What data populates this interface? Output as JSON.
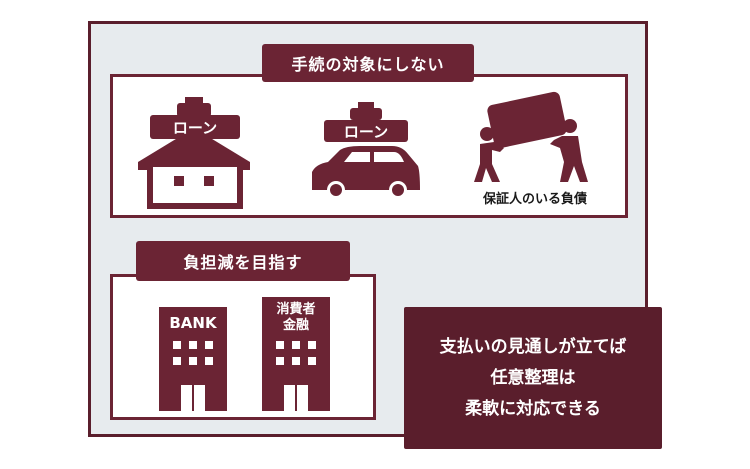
{
  "top_section": {
    "title": "手続の対象にしない",
    "items": [
      {
        "tag": "ローン",
        "icon": "house-icon"
      },
      {
        "tag": "ローン",
        "icon": "car-icon"
      },
      {
        "caption": "保証人のいる負債",
        "icon": "people-carrying-box-icon"
      }
    ]
  },
  "bottom_section": {
    "title": "負担減を目指す",
    "buildings": [
      {
        "sign": "BANK",
        "icon": "bank-building-icon"
      },
      {
        "sign_line1": "消費者",
        "sign_line2": "金融",
        "icon": "consumer-finance-building-icon"
      }
    ]
  },
  "callout": {
    "line1": "支払いの見通しが立てば",
    "line2": "任意整理は",
    "line3": "柔軟に対応できる"
  },
  "colors": {
    "dark_maroon": "#5a1e2c",
    "maroon": "#6b2434",
    "background": "#e7ebee"
  }
}
